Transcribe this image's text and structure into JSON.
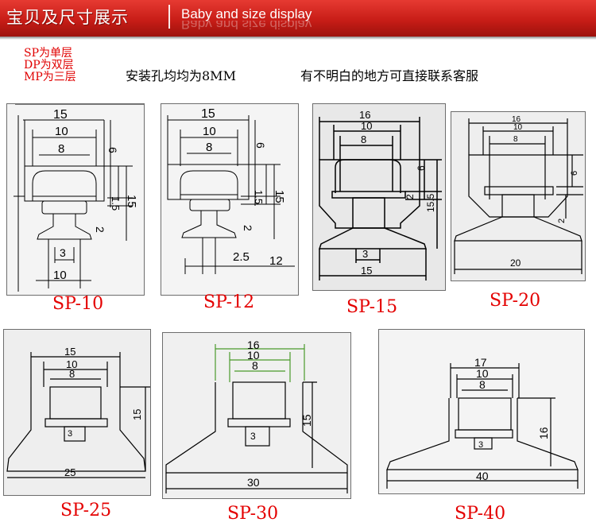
{
  "header": {
    "title_cn": "宝贝及尺寸展示",
    "title_en": "Baby and size display"
  },
  "legend": [
    "SP为单层",
    "DP为双层",
    "MP为三层"
  ],
  "notes": {
    "mount_hole": "安装孔均均为8MM",
    "contact": "有不明白的地方可直接联系客服"
  },
  "colors": {
    "banner": "#c81d17",
    "label": "#e40000",
    "green_callout": "#4a9a2a",
    "line": "#000000"
  },
  "models": [
    {
      "name": "SP-10",
      "dims": [
        "15",
        "10",
        "8",
        "6",
        "1.5",
        "15",
        "2",
        "3",
        "10"
      ]
    },
    {
      "name": "SP-12",
      "dims": [
        "15",
        "10",
        "8",
        "6",
        "1.5",
        "15",
        "2",
        "2.5",
        "12"
      ]
    },
    {
      "name": "SP-15",
      "dims": [
        "16",
        "10",
        "8",
        "6",
        "2",
        "15.5",
        "3",
        "15"
      ]
    },
    {
      "name": "SP-20",
      "dims": [
        "16",
        "10",
        "8",
        "6",
        "2",
        "20"
      ]
    },
    {
      "name": "SP-25",
      "dims": [
        "15",
        "10",
        "8",
        "15",
        "3",
        "25"
      ]
    },
    {
      "name": "SP-30",
      "dims": [
        "16",
        "10",
        "8",
        "15",
        "3",
        "30"
      ]
    },
    {
      "name": "SP-40",
      "dims": [
        "17",
        "10",
        "8",
        "16",
        "3",
        "40"
      ]
    }
  ]
}
